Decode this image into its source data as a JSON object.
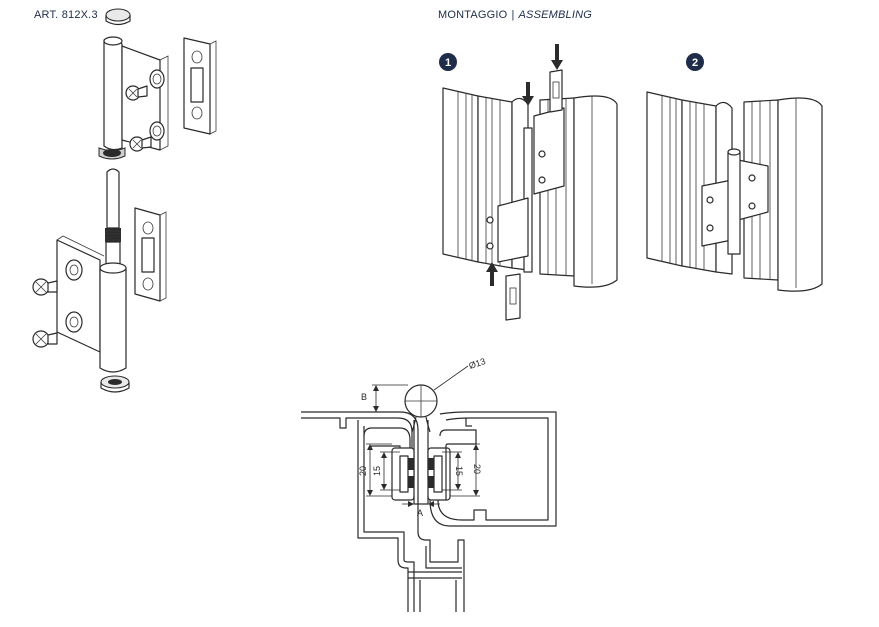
{
  "header": {
    "article": "ART. 812X.3",
    "assembly_title": "MONTAGGIO",
    "assembly_separator": "|",
    "assembly_subtitle": "ASSEMBLING"
  },
  "steps": [
    {
      "number": "1"
    },
    {
      "number": "2"
    }
  ],
  "dimensions": {
    "diameter": "Ø13",
    "label_a": "A",
    "label_b": "B",
    "outer_height_left": "20",
    "inner_height_left": "15",
    "inner_height_right": "15",
    "outer_height_right": "20"
  },
  "colors": {
    "line": "#2a2a2a",
    "badge": "#1f2d4a",
    "header_text": "#1f2d4a"
  }
}
